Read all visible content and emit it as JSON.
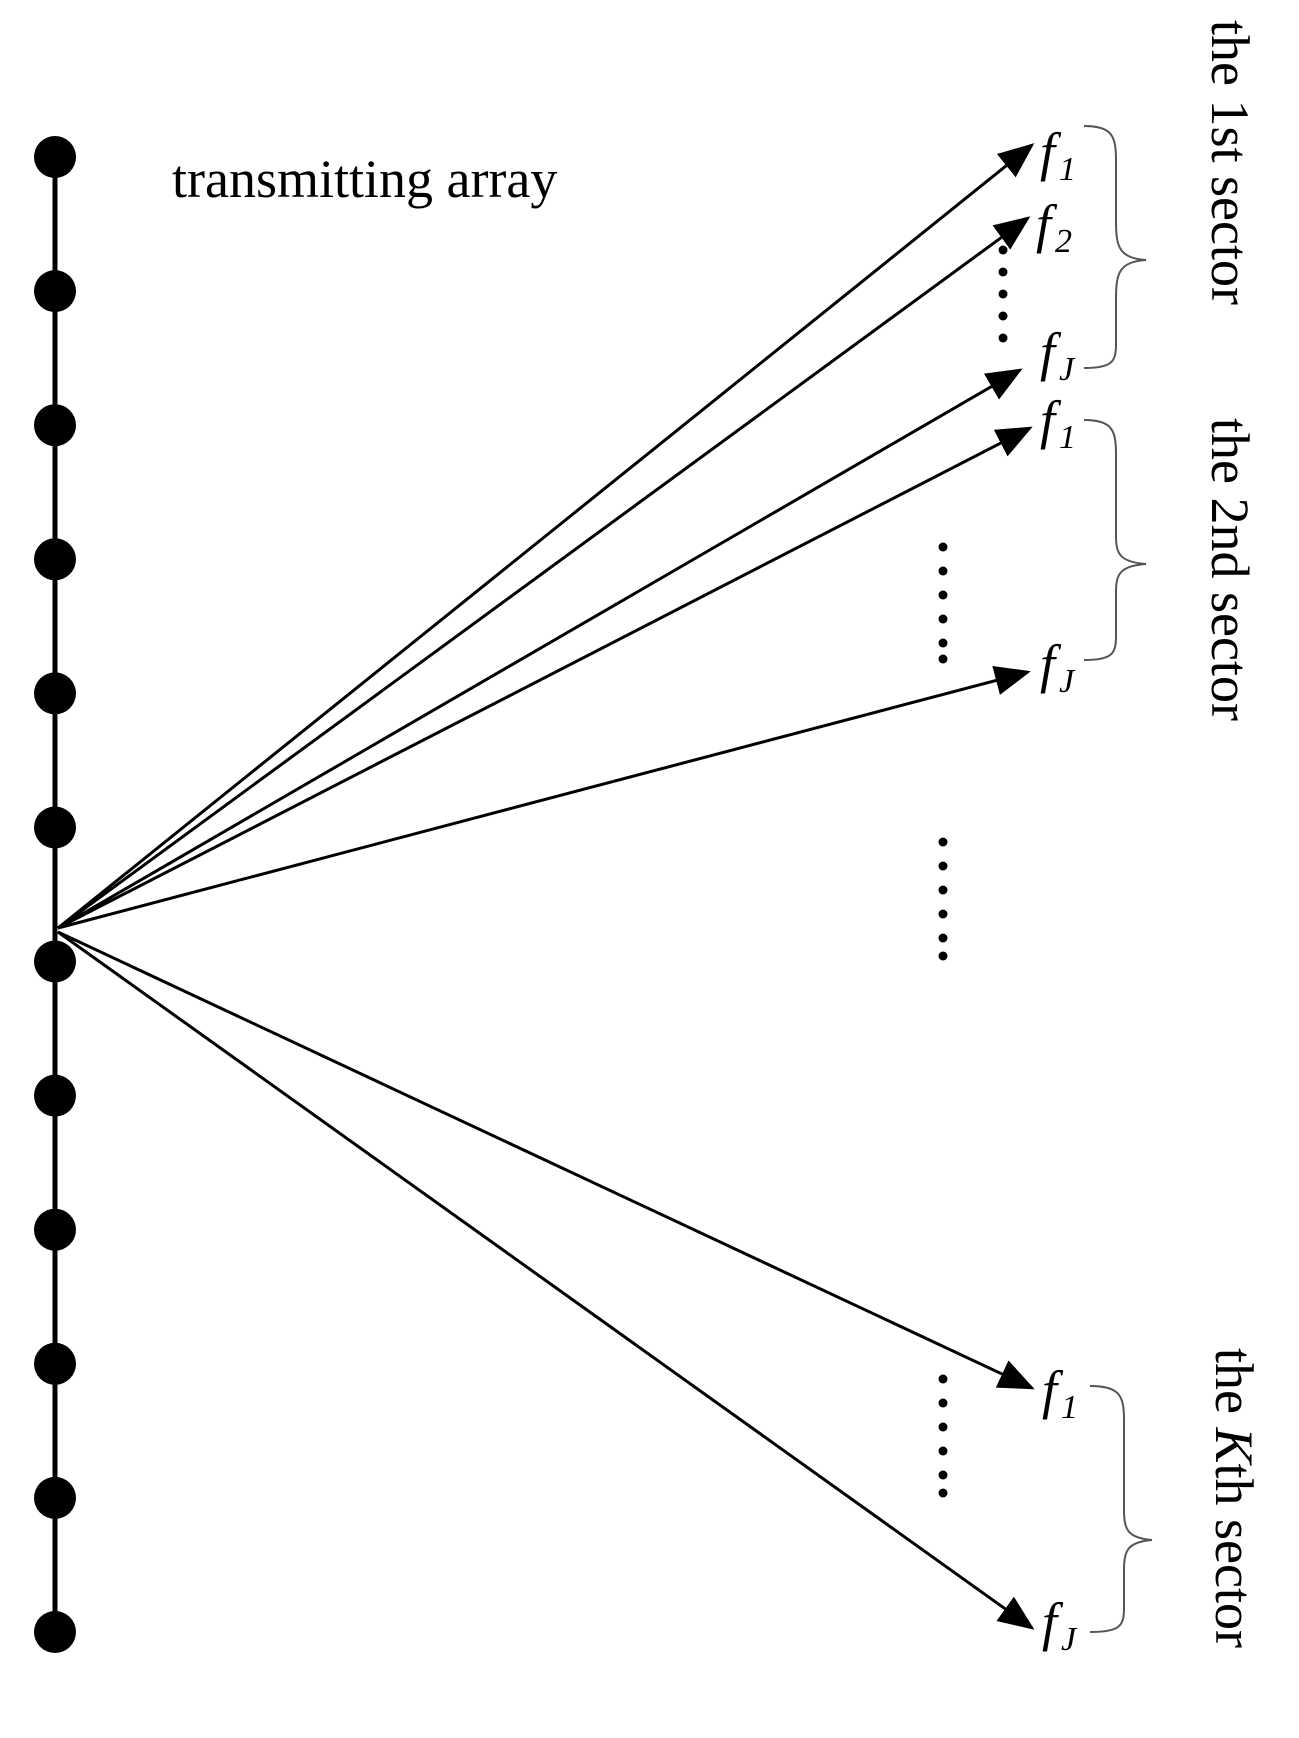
{
  "array_label": "transmitting array",
  "element_count": 12,
  "frequency_symbol": "f",
  "sectors": [
    {
      "label_parts": [
        "the ",
        "1st",
        " sector"
      ],
      "label_italic": [
        false,
        false,
        false
      ],
      "beams": [
        {
          "symbol": "f",
          "subscript": "1",
          "subscript_italic": false
        },
        {
          "symbol": "f",
          "subscript": "2",
          "subscript_italic": false
        },
        {
          "symbol": "f",
          "subscript": "J",
          "subscript_italic": true
        }
      ]
    },
    {
      "label_parts": [
        "the ",
        "2nd",
        " sector"
      ],
      "label_italic": [
        false,
        false,
        false
      ],
      "beams": [
        {
          "symbol": "f",
          "subscript": "1",
          "subscript_italic": false
        },
        {
          "symbol": "f",
          "subscript": "J",
          "subscript_italic": true
        }
      ]
    },
    {
      "label_parts": [
        "the ",
        "K",
        "th sector"
      ],
      "label_italic": [
        false,
        true,
        false
      ],
      "beams": [
        {
          "symbol": "f",
          "subscript": "1",
          "subscript_italic": false
        },
        {
          "symbol": "f",
          "subscript": "J",
          "subscript_italic": true
        }
      ]
    }
  ],
  "colors": {
    "ink": "#000000",
    "brace": "#555555",
    "background": "#ffffff"
  }
}
